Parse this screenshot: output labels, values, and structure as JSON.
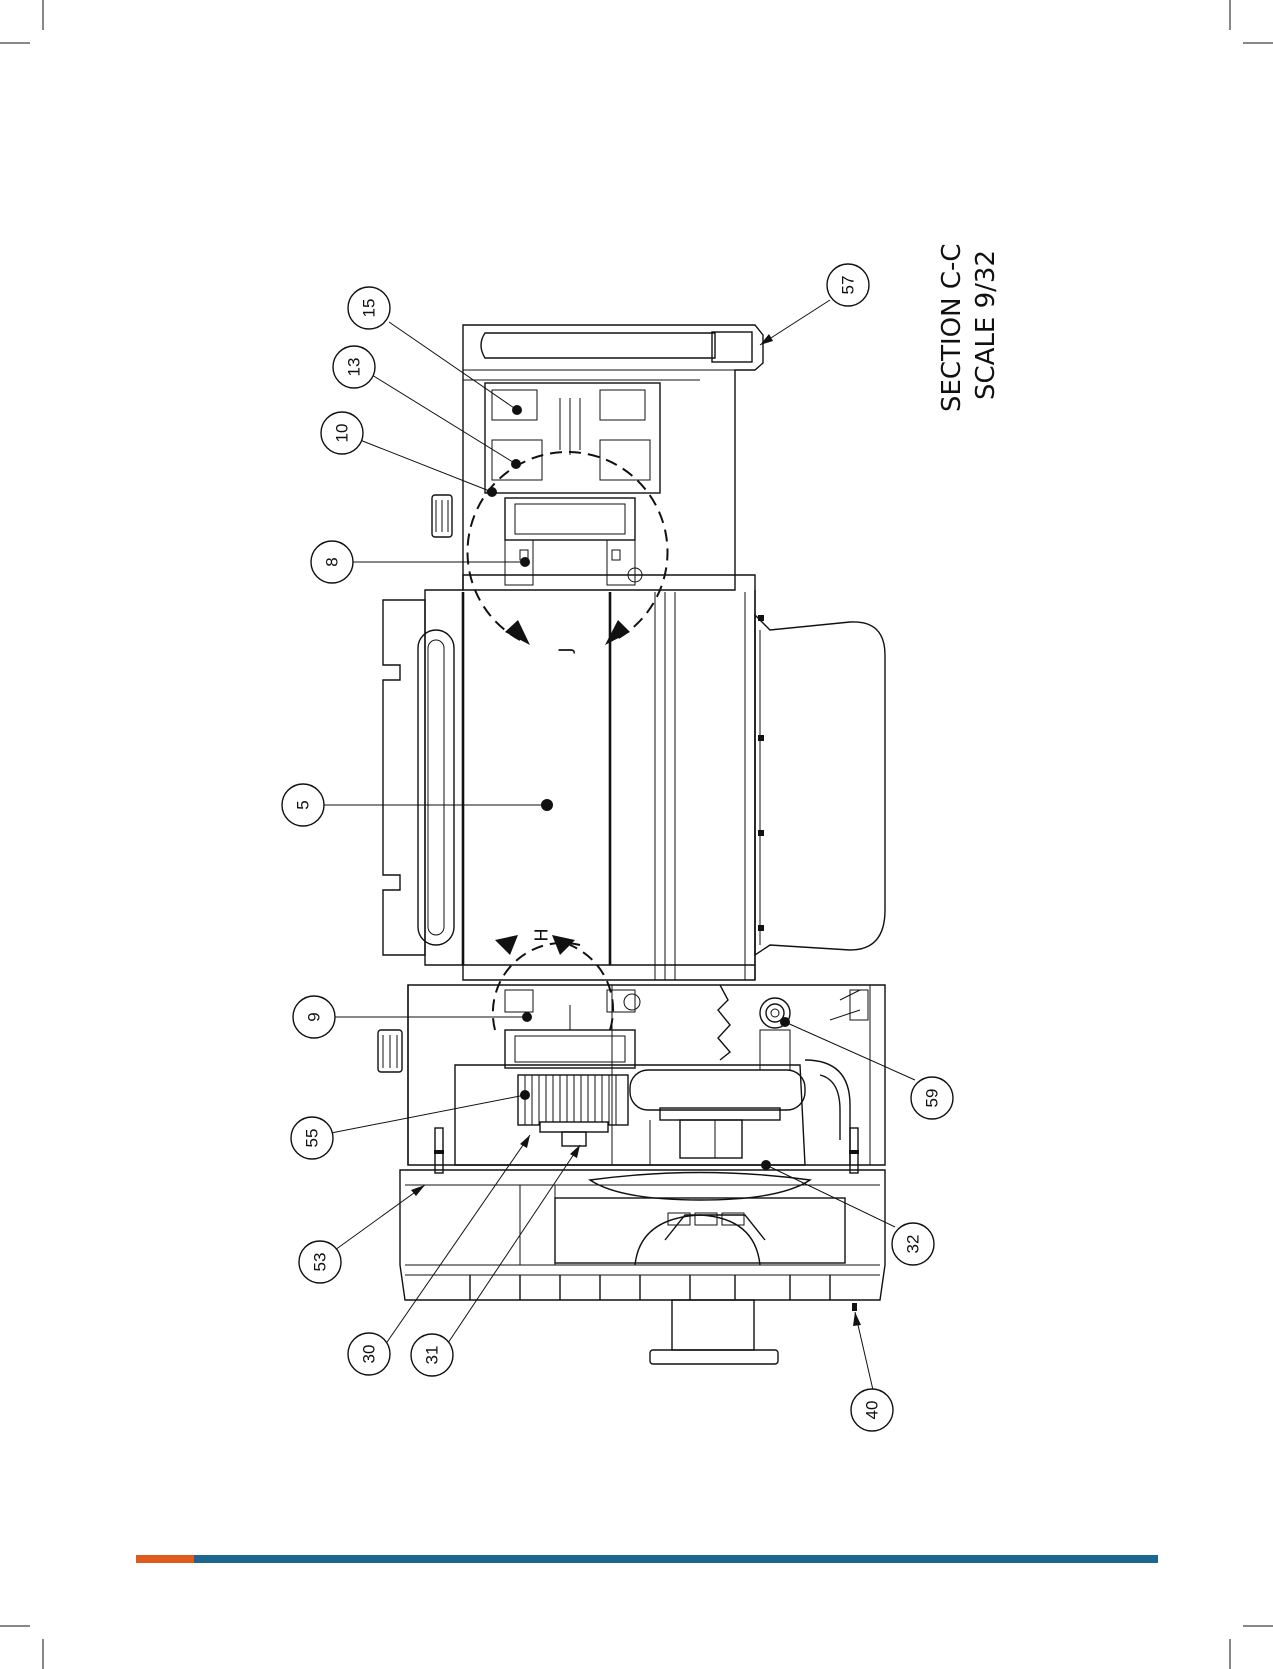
{
  "title": {
    "line1": "SECTION C-C",
    "line2": "SCALE 9/32"
  },
  "detail_markers": [
    "J",
    "H"
  ],
  "callouts": [
    {
      "id": "c15",
      "label": "15"
    },
    {
      "id": "c13",
      "label": "13"
    },
    {
      "id": "c10",
      "label": "10"
    },
    {
      "id": "c8",
      "label": "8"
    },
    {
      "id": "c5",
      "label": "5"
    },
    {
      "id": "c9",
      "label": "9"
    },
    {
      "id": "c55",
      "label": "55"
    },
    {
      "id": "c53",
      "label": "53"
    },
    {
      "id": "c30",
      "label": "30"
    },
    {
      "id": "c31",
      "label": "31"
    },
    {
      "id": "c57",
      "label": "57"
    },
    {
      "id": "c59",
      "label": "59"
    },
    {
      "id": "c32",
      "label": "32"
    },
    {
      "id": "c40",
      "label": "40"
    }
  ],
  "colors": {
    "footer_accent": "#e05a1e",
    "footer_bar": "#1d6690",
    "ink": "#111111"
  }
}
